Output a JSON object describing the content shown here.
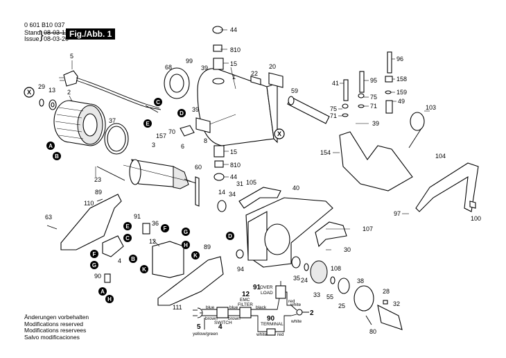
{
  "header": {
    "part_number": "0 601 B10 037",
    "stand_label": "Stand",
    "issue_label": "Issue",
    "stand_date_struck": "08-03-11",
    "issue_date": "08-03-20",
    "figure_label": "Fig./Abb. 1"
  },
  "footer_notes": [
    "Änderungen vorbehalten",
    "Modifications reserved",
    "Modifications reservees",
    "Salvo modificaciones"
  ],
  "part_labels": [
    {
      "id": "5",
      "text": "5"
    },
    {
      "id": "29",
      "text": "29"
    },
    {
      "id": "13",
      "text": "13"
    },
    {
      "id": "2",
      "text": "2"
    },
    {
      "id": "37",
      "text": "37"
    },
    {
      "id": "3",
      "text": "3"
    },
    {
      "id": "23",
      "text": "23"
    },
    {
      "id": "68",
      "text": "68"
    },
    {
      "id": "99",
      "text": "99"
    },
    {
      "id": "39a",
      "text": "39"
    },
    {
      "id": "39b",
      "text": "39"
    },
    {
      "id": "1",
      "text": "1"
    },
    {
      "id": "44a",
      "text": "44"
    },
    {
      "id": "810a",
      "text": "810"
    },
    {
      "id": "15a",
      "text": "15"
    },
    {
      "id": "22",
      "text": "22"
    },
    {
      "id": "20",
      "text": "20"
    },
    {
      "id": "157",
      "text": "157"
    },
    {
      "id": "70",
      "text": "70"
    },
    {
      "id": "6",
      "text": "6"
    },
    {
      "id": "8",
      "text": "8"
    },
    {
      "id": "15b",
      "text": "15"
    },
    {
      "id": "810b",
      "text": "810"
    },
    {
      "id": "44b",
      "text": "44"
    },
    {
      "id": "60",
      "text": "60"
    },
    {
      "id": "14",
      "text": "14"
    },
    {
      "id": "31",
      "text": "31"
    },
    {
      "id": "34",
      "text": "34"
    },
    {
      "id": "105",
      "text": "105"
    },
    {
      "id": "40",
      "text": "40"
    },
    {
      "id": "59",
      "text": "59"
    },
    {
      "id": "41",
      "text": "41"
    },
    {
      "id": "95",
      "text": "95"
    },
    {
      "id": "96",
      "text": "96"
    },
    {
      "id": "158",
      "text": "158"
    },
    {
      "id": "159",
      "text": "159"
    },
    {
      "id": "75a",
      "text": "75"
    },
    {
      "id": "75b",
      "text": "75"
    },
    {
      "id": "71a",
      "text": "71"
    },
    {
      "id": "71b",
      "text": "71"
    },
    {
      "id": "49",
      "text": "49"
    },
    {
      "id": "103",
      "text": "103"
    },
    {
      "id": "39c",
      "text": "39"
    },
    {
      "id": "154",
      "text": "154"
    },
    {
      "id": "104",
      "text": "104"
    },
    {
      "id": "97",
      "text": "97"
    },
    {
      "id": "100",
      "text": "100"
    },
    {
      "id": "89a",
      "text": "89"
    },
    {
      "id": "110",
      "text": "110"
    },
    {
      "id": "63",
      "text": "63"
    },
    {
      "id": "91a",
      "text": "91"
    },
    {
      "id": "36",
      "text": "36"
    },
    {
      "id": "12a",
      "text": "12"
    },
    {
      "id": "4a",
      "text": "4"
    },
    {
      "id": "90a",
      "text": "90"
    },
    {
      "id": "89b",
      "text": "89"
    },
    {
      "id": "94",
      "text": "94"
    },
    {
      "id": "107",
      "text": "107"
    },
    {
      "id": "30",
      "text": "30"
    },
    {
      "id": "108",
      "text": "108"
    },
    {
      "id": "35",
      "text": "35"
    },
    {
      "id": "24",
      "text": "24"
    },
    {
      "id": "33",
      "text": "33"
    },
    {
      "id": "55",
      "text": "55"
    },
    {
      "id": "25",
      "text": "25"
    },
    {
      "id": "38",
      "text": "38"
    },
    {
      "id": "28",
      "text": "28"
    },
    {
      "id": "32",
      "text": "32"
    },
    {
      "id": "80",
      "text": "80"
    },
    {
      "id": "111",
      "text": "111"
    }
  ],
  "connectors": [
    "A",
    "B",
    "C",
    "D",
    "E",
    "F",
    "G",
    "H",
    "K",
    "X"
  ],
  "wiring": {
    "filter_number": "12",
    "filter_label_1": "EMC",
    "filter_label_2": "FILTER",
    "overload_number": "91",
    "overload_label_1": "OVER",
    "overload_label_2": "LOAD",
    "terminal_number": "90",
    "terminal_label": "TERMINAL",
    "switch_number": "4",
    "switch_label": "SWITCH",
    "plug_number": "5",
    "motor_number": "2",
    "wire_blue_1": "blue",
    "wire_blue_2": "blue",
    "wire_brown_1": "brown",
    "wire_brown_2": "brown",
    "wire_black": "black",
    "wire_red_1": "red",
    "wire_red_2": "red",
    "wire_white_1": "white",
    "wire_white_2": "white",
    "wire_white_3": "white",
    "wire_yellow_green": "yellow/green"
  }
}
